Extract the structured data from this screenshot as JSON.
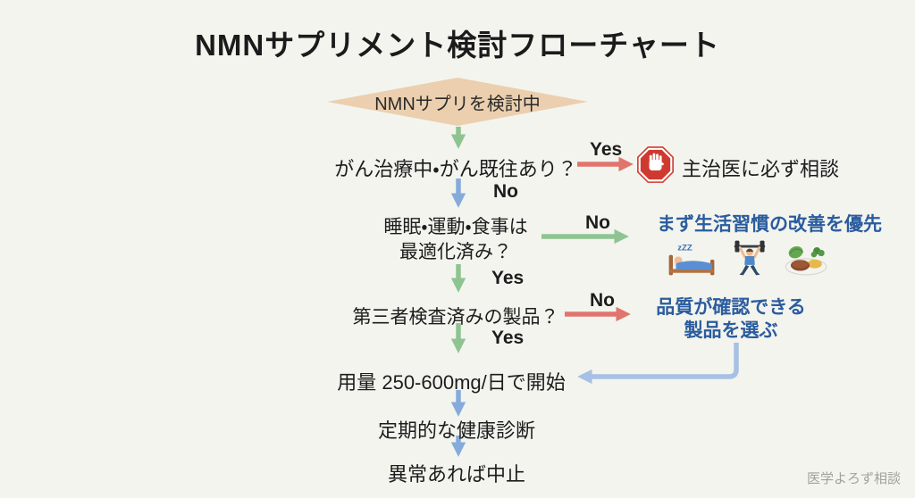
{
  "page": {
    "title": "NMNサプリメント検討フローチャート",
    "watermark": "医学よろず相談"
  },
  "colors": {
    "background": "#f3f4ee",
    "diamond_fill": "#ebcfae",
    "arrow_green": "#8fc492",
    "arrow_blue": "#85abdb",
    "arrow_lightblue": "#a6c1e3",
    "arrow_red": "#e1746d",
    "result_blue_text": "#2b5c9e",
    "stop_sign_red": "#cf3a30",
    "text_black": "#1d1d1d"
  },
  "flow": {
    "start": {
      "label": "NMNサプリを検討中"
    },
    "q1": {
      "label": "がん治療中・がん既往あり？",
      "yes": "Yes",
      "no": "No",
      "yes_result": "主治医に必ず相談",
      "yes_result_icon": "stop-hand-icon"
    },
    "q2": {
      "label_line1": "睡眠・運動・食事は",
      "label_line2": "最適化済み？",
      "no": "No",
      "yes": "Yes",
      "no_result": "まず生活習慣の改善を優先",
      "zzz_text": "zZZ",
      "no_result_icons": [
        "sleeping-in-bed-icon",
        "weightlifter-icon",
        "meal-plate-icon"
      ]
    },
    "q3": {
      "label": "第三者検査済みの製品？",
      "no": "No",
      "yes": "Yes",
      "no_result_line1": "品質が確認できる",
      "no_result_line2": "製品を選ぶ"
    },
    "step_dose": {
      "label": "用量 250-600mg/日で開始"
    },
    "step_checkup": {
      "label": "定期的な健康診断"
    },
    "step_stop": {
      "label": "異常あれば中止"
    }
  }
}
